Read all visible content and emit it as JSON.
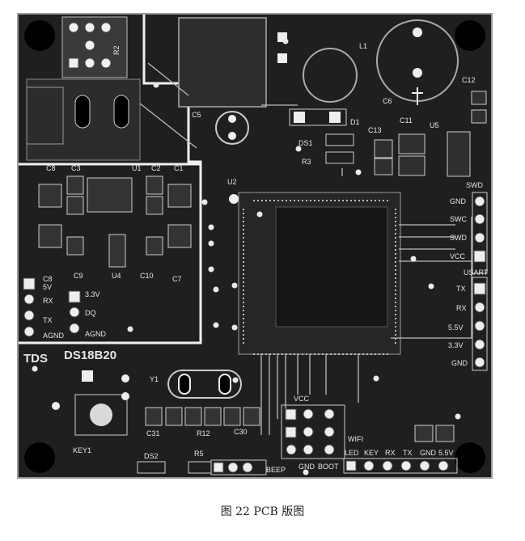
{
  "caption": "图 22  PCB 版图",
  "silk_labels": {
    "R2": "R2",
    "L1": "L1",
    "C12": "C12",
    "C5": "C5",
    "C6": "C6",
    "D1": "D1",
    "DS1": "DS1",
    "R3": "R3",
    "C13": "C13",
    "C11": "C11",
    "U5": "U5",
    "C8top": "C8",
    "C3": "C3",
    "U1": "U1",
    "C2": "C2",
    "C1": "C1",
    "U2": "U2",
    "C9": "C9",
    "U4": "U4",
    "C10": "C10",
    "C7": "C7",
    "C8": "C8",
    "v5": "5V",
    "RX": "RX",
    "TX": "TX",
    "AGND": "AGND",
    "v33": "3.3V",
    "DQ": "DQ",
    "AGND2": "AGND",
    "TDS": "TDS",
    "DS18B20": "DS18B20",
    "SWD": "SWD",
    "GND": "GND",
    "SWC": "SWC",
    "SWD2": "SWD",
    "VCC": "VCC",
    "USART": "USART",
    "uTX": "TX",
    "uRX": "RX",
    "v55": "5.5V",
    "v33b": "3.3V",
    "uGND": "GND",
    "Y1": "Y1",
    "C31": "C31",
    "R12": "R12",
    "C30": "C30",
    "KEY1": "KEY1",
    "DS2": "DS2",
    "R5": "R5",
    "BEEP": "BEEP",
    "VCC2": "VCC",
    "GNDb": "GND",
    "BOOT": "BOOT",
    "WIFI": "WIFI",
    "bLED": "LED",
    "bKEY": "KEY",
    "bRX": "RX",
    "bTX": "TX",
    "bGND": "GND",
    "b55": "5.5V"
  }
}
